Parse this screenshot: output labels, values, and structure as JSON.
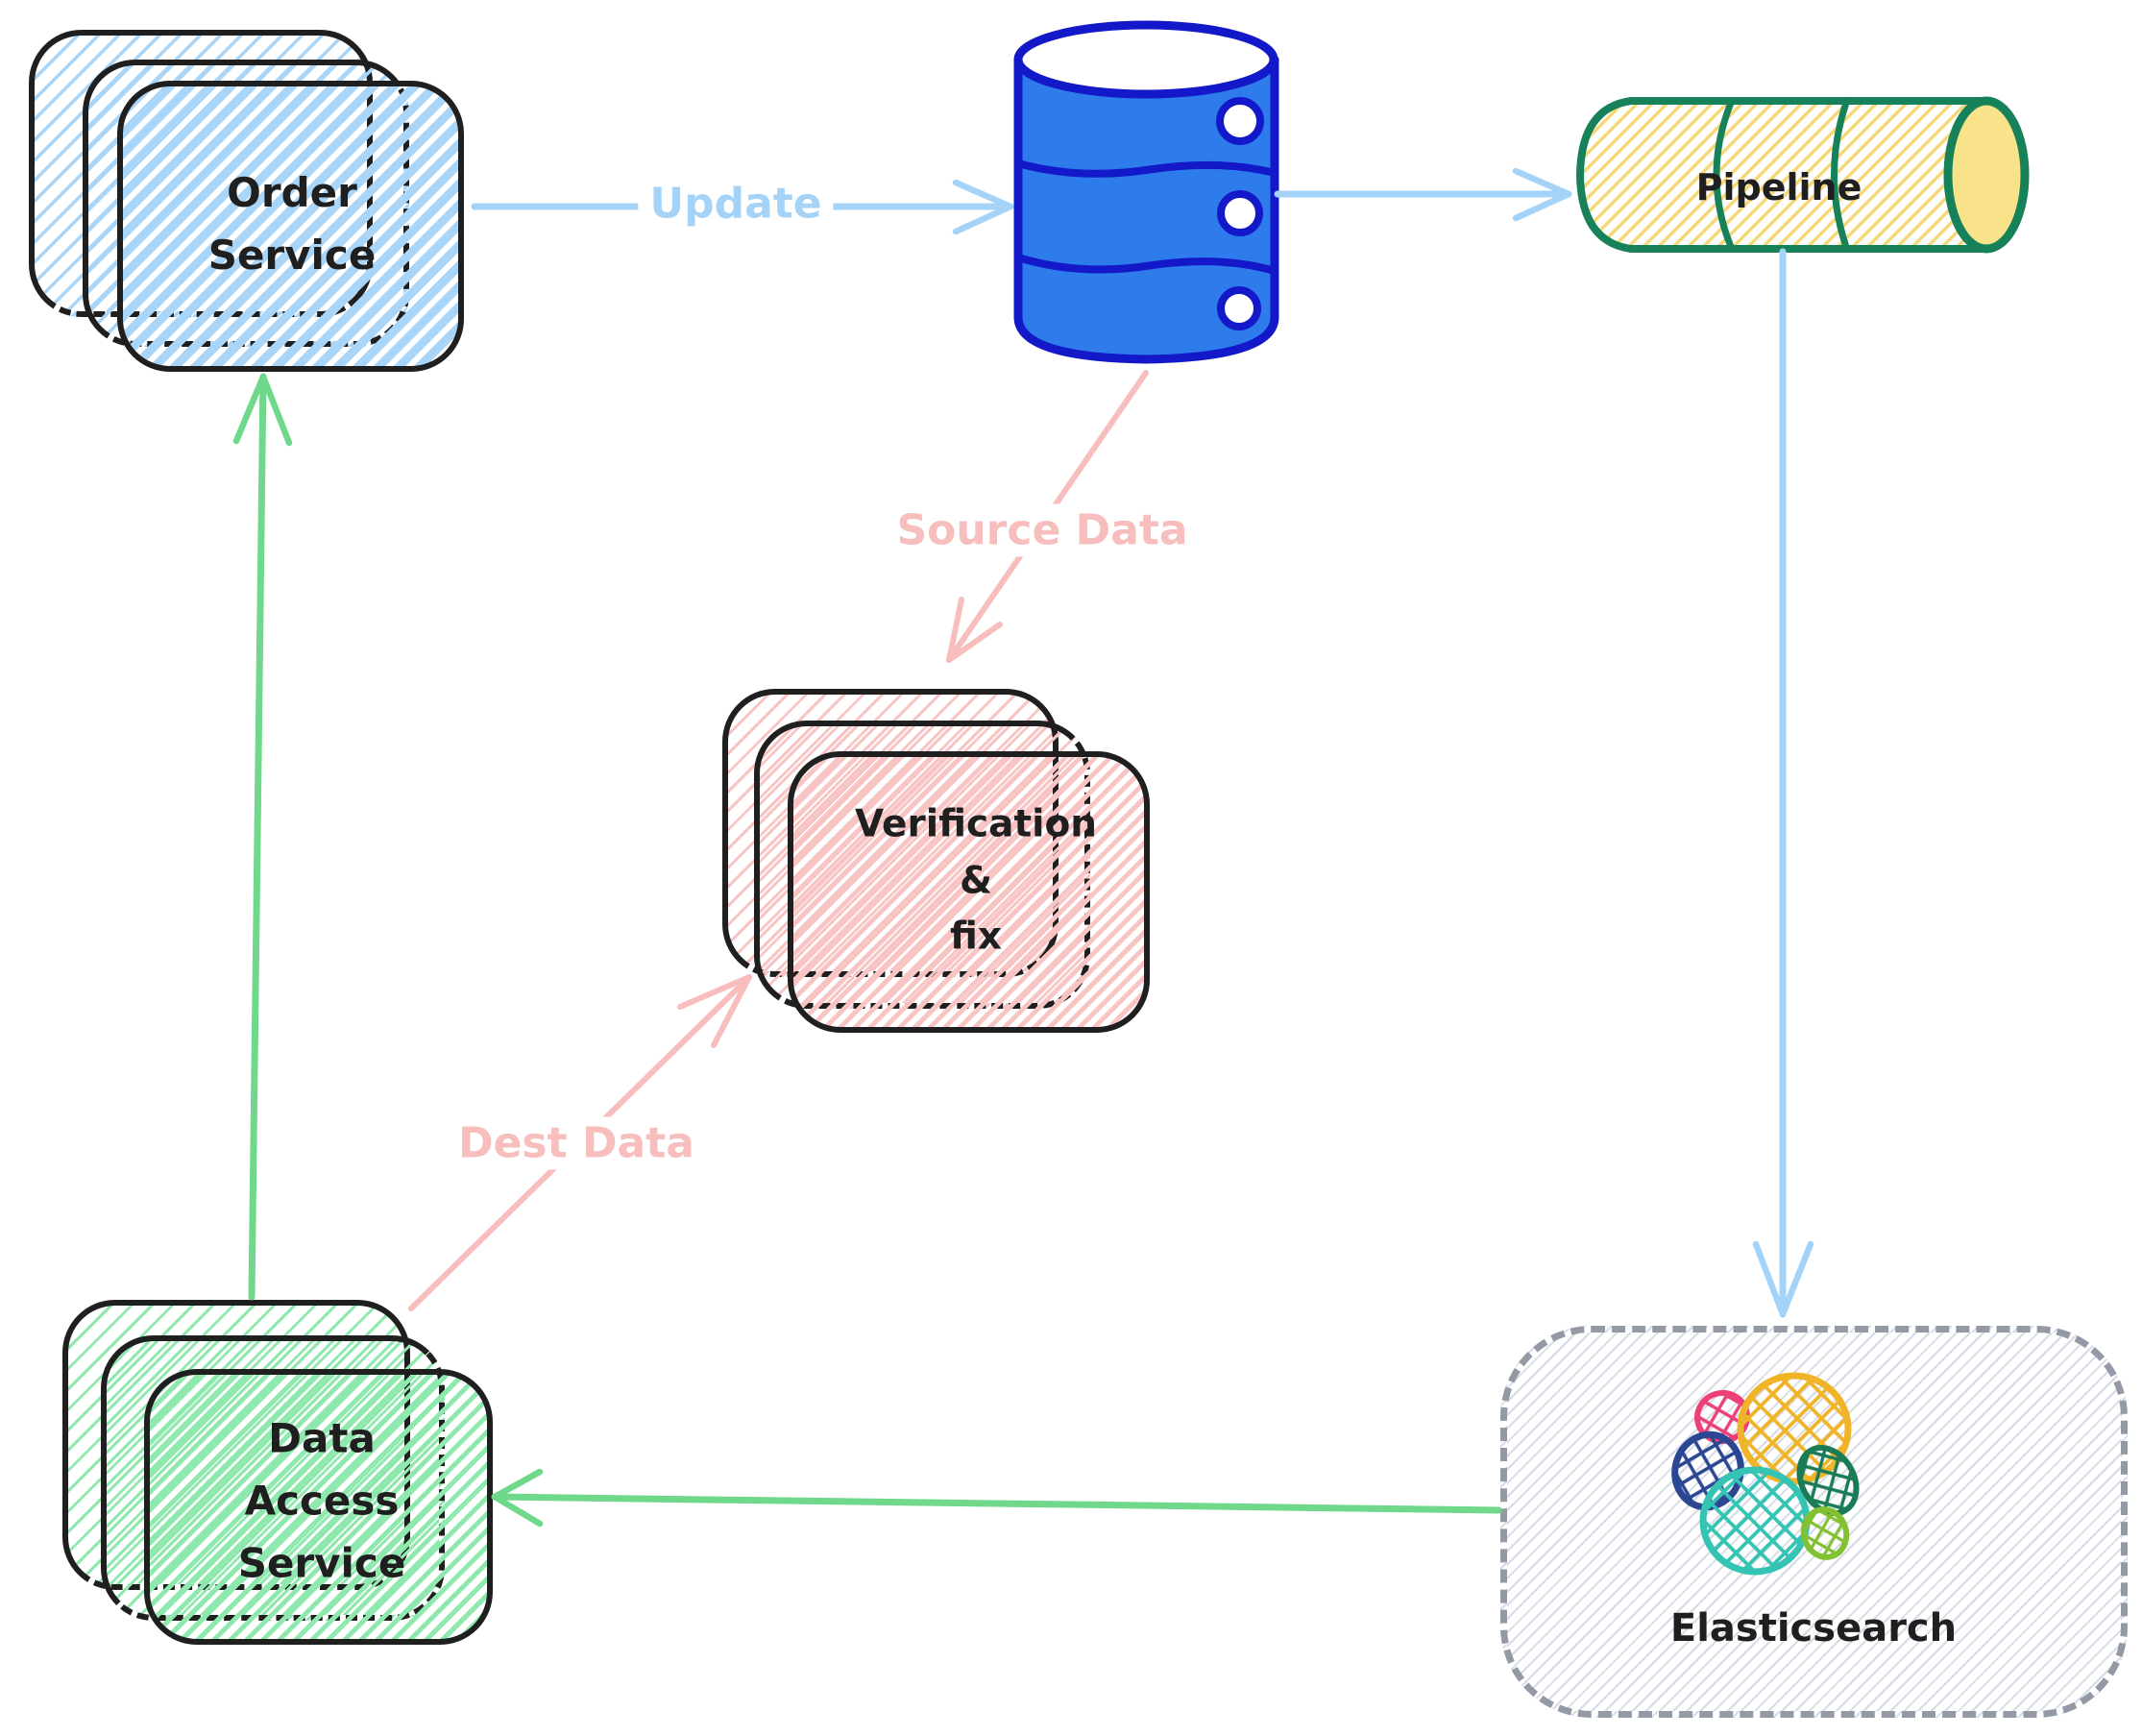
{
  "diagram": {
    "nodes": {
      "order_service": {
        "label": "Order\nService",
        "type": "service-stack",
        "hatch_color": "#a8d5f8"
      },
      "database": {
        "type": "database-cylinder",
        "fill": "#2e7ceb",
        "outline": "#1318c8"
      },
      "pipeline": {
        "label": "Pipeline",
        "type": "pipeline-cylinder",
        "outline": "#17815a",
        "hatch_color": "#f6d773",
        "cap_fill": "#f8e38b"
      },
      "verification_fix": {
        "label": "Verification\n&\nfix",
        "type": "service-stack",
        "hatch_color": "#f9c4c4"
      },
      "data_access_service": {
        "label": "Data\nAccess\nService",
        "type": "service-stack",
        "hatch_color": "#8fe9ae"
      },
      "elasticsearch": {
        "label": "Elasticsearch",
        "type": "dashed-container",
        "border_color": "#949aa5",
        "logo_colors": {
          "pink": "#ec4077",
          "yellow": "#f0b429",
          "navy": "#2b4693",
          "teal": "#35c4b4",
          "dark_green": "#1a7c56",
          "light_green": "#82c232"
        }
      }
    },
    "edges": {
      "update": {
        "label": "Update",
        "color": "#a5d3f8",
        "from": "order_service",
        "to": "database"
      },
      "db_to_pipeline": {
        "color": "#a5d3f8",
        "from": "database",
        "to": "pipeline"
      },
      "pipeline_to_elasticsearch": {
        "color": "#a5d3f8",
        "from": "pipeline",
        "to": "elasticsearch"
      },
      "source_data": {
        "label": "Source Data",
        "color": "#f8bdbd",
        "from": "database",
        "to": "verification_fix"
      },
      "dest_data": {
        "label": "Dest Data",
        "color": "#f8bdbd",
        "from": "data_access_service",
        "to": "verification_fix"
      },
      "es_to_das": {
        "color": "#6fd88a",
        "from": "elasticsearch",
        "to": "data_access_service"
      },
      "das_to_os": {
        "color": "#6fd88a",
        "from": "data_access_service",
        "to": "order_service"
      }
    }
  }
}
